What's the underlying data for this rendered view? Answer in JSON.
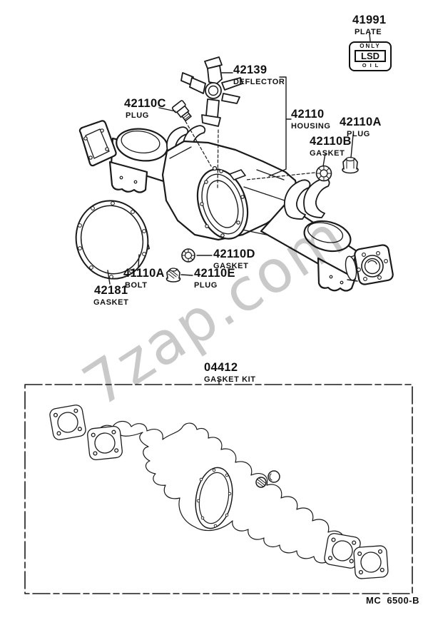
{
  "colors": {
    "line": "#1a1a1a",
    "watermark": "#b0b0b0",
    "background": "#ffffff"
  },
  "watermark": {
    "text": "7zap.com"
  },
  "footer": {
    "code": "MC 6500-B"
  },
  "plate_badge": {
    "top": "ONLY",
    "middle": "LSD",
    "bottom": "OIL"
  },
  "labels": {
    "plate": {
      "number": "41991",
      "name": "PLATE"
    },
    "deflector": {
      "number": "42139",
      "name": "DEFLECTOR"
    },
    "plug_c": {
      "number": "42110C",
      "name": "PLUG"
    },
    "housing": {
      "number": "42110",
      "name": "HOUSING"
    },
    "plug_a": {
      "number": "42110A",
      "name": "PLUG"
    },
    "gasket_b": {
      "number": "42110B",
      "name": "GASKET"
    },
    "gasket_d": {
      "number": "42110D",
      "name": "GASKET"
    },
    "plug_e": {
      "number": "42110E",
      "name": "PLUG"
    },
    "bolt_a": {
      "number": "41110A",
      "name": "BOLT"
    },
    "gasket_42181": {
      "number": "42181",
      "name": "GASKET"
    },
    "gasket_kit": {
      "number": "04412",
      "name": "GASKET KIT"
    }
  }
}
